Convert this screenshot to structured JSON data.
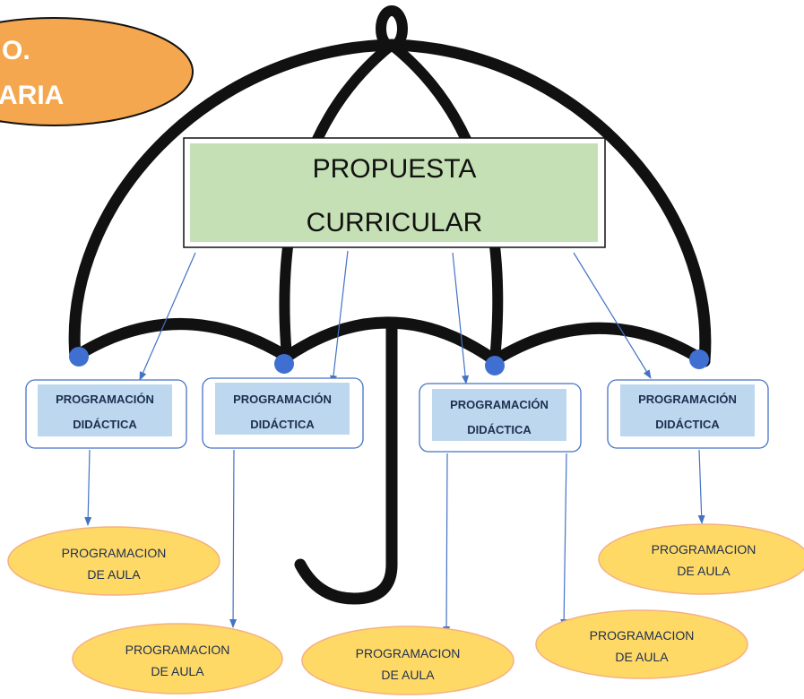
{
  "badge": {
    "line1": "O.",
    "line2": "ARIA"
  },
  "main_box": {
    "line1": "PROPUESTA",
    "line2": "CURRICULAR"
  },
  "programacion_didactica": [
    {
      "line1": "PROGRAMACIÓN",
      "line2": "DIDÁCTICA"
    },
    {
      "line1": "PROGRAMACIÓN",
      "line2": "DIDÁCTICA"
    },
    {
      "line1": "PROGRAMACIÓN",
      "line2": "DIDÁCTICA"
    },
    {
      "line1": "PROGRAMACIÓN",
      "line2": "DIDÁCTICA"
    }
  ],
  "programacion_aula": [
    {
      "line1": "PROGRAMACION",
      "line2": "DE AULA"
    },
    {
      "line1": "PROGRAMACION",
      "line2": "DE AULA"
    },
    {
      "line1": "PROGRAMACION",
      "line2": "DE AULA"
    },
    {
      "line1": "PROGRAMACION",
      "line2": "DE AULA"
    },
    {
      "line1": "PROGRAMACION",
      "line2": "DE AULA"
    }
  ],
  "colors": {
    "umbrella": "#111111",
    "tip_dots": "#3f6fd1",
    "arrows": "#4472c4",
    "main_box_fill": "#c5e0b4",
    "pd_box_border": "#4472c4",
    "pd_label_fill": "#bdd7ee",
    "ellipse_fill": "#ffd966",
    "ellipse_border": "#f4b183",
    "badge_fill": "#f4a74e",
    "badge_border": "#111111"
  }
}
